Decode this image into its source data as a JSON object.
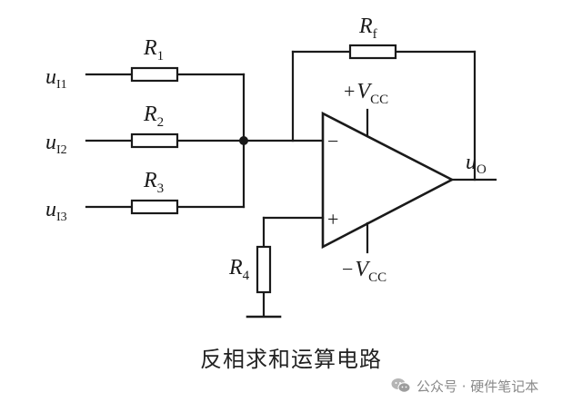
{
  "diagram": {
    "inputs": [
      {
        "label_main": "u",
        "label_sub": "I1"
      },
      {
        "label_main": "u",
        "label_sub": "I2"
      },
      {
        "label_main": "u",
        "label_sub": "I3"
      }
    ],
    "resistors": [
      {
        "label_main": "R",
        "label_sub": "1"
      },
      {
        "label_main": "R",
        "label_sub": "2"
      },
      {
        "label_main": "R",
        "label_sub": "3"
      },
      {
        "label_main": "R",
        "label_sub": "4"
      },
      {
        "label_main": "R",
        "label_sub": "f"
      }
    ],
    "opamp": {
      "inverting_sign": "−",
      "noninverting_sign": "+",
      "vcc_pos_sign": "+",
      "vcc_neg_sign": "−",
      "vcc_main": "V",
      "vcc_sub": "CC"
    },
    "output": {
      "label_main": "u",
      "label_sub": "O"
    },
    "caption": "反相求和运算电路"
  },
  "watermark": {
    "icon": "wechat-icon",
    "text": "公众号 · 硬件笔记本"
  }
}
